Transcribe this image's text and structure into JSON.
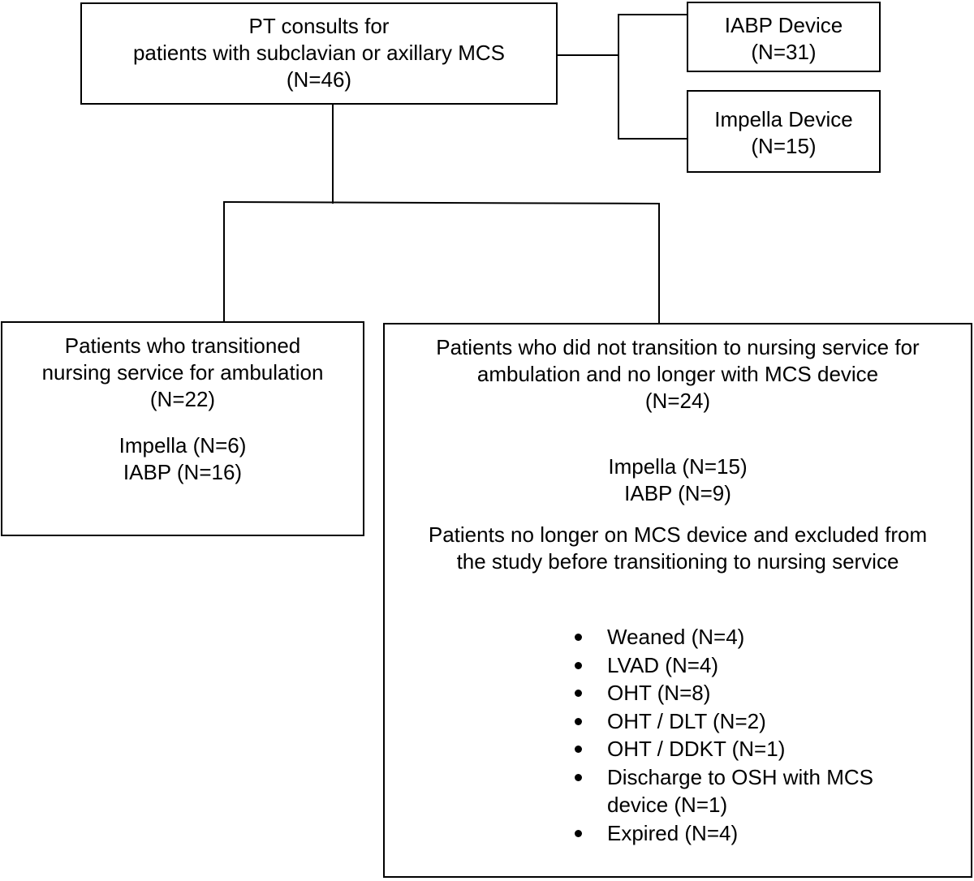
{
  "root": {
    "lines": [
      "PT consults for",
      "patients with subclavian or axillary MCS",
      "(N=46)"
    ]
  },
  "devices": [
    {
      "name": "IABP Device",
      "n": "(N=31)"
    },
    {
      "name": "Impella Device",
      "n": "(N=15)"
    }
  ],
  "transitioned": {
    "lines": [
      "Patients who transitioned",
      "nursing service for ambulation",
      "(N=22)"
    ],
    "breakdown": [
      "Impella (N=6)",
      "IABP (N=16)"
    ]
  },
  "not_transitioned": {
    "lines": [
      "Patients who did not transition to nursing service for",
      "ambulation and no longer with MCS device",
      "(N=24)"
    ],
    "breakdown": [
      "Impella (N=15)",
      "IABP (N=9)"
    ],
    "excluded_heading": [
      "Patients no longer on MCS device and excluded from",
      "the study before transitioning to nursing service"
    ],
    "reasons": [
      "Weaned (N=4)",
      "LVAD (N=4)",
      "OHT (N=8)",
      "OHT / DLT (N=2)",
      "OHT / DDKT (N=1)",
      "Discharge to OSH with MCS device (N=1)",
      "Expired (N=4)"
    ]
  }
}
